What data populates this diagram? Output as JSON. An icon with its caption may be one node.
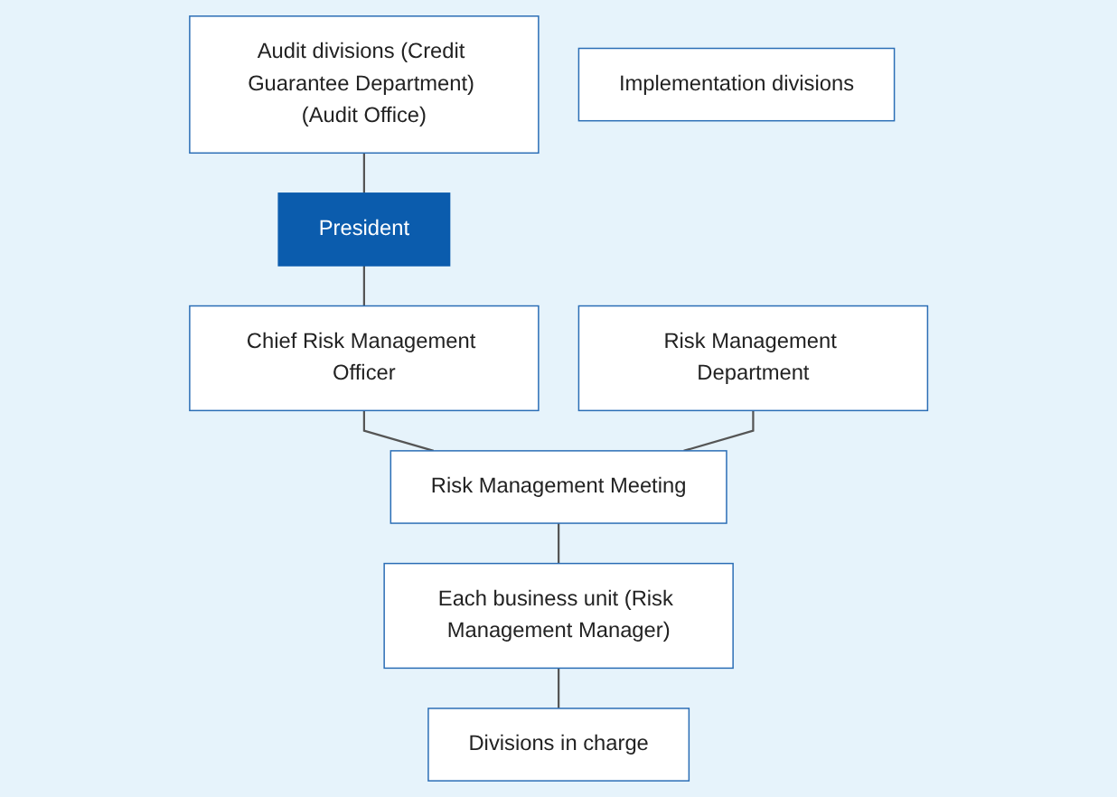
{
  "diagram": {
    "nodes": [
      {
        "text": [
          "Audit divisions (Credit Guarantee Department) (Audit Office)"
        ]
      },
      {
        "text": [
          "President"
        ]
      },
      {
        "text": [
          "Chief Risk Management Officer"
        ]
      },
      {
        "text": [
          "Risk Management Meeting"
        ]
      },
      {
        "text": [
          "Risk Management Department"
        ]
      },
      {
        "text": [
          "Each business unit (Risk Management Manager)"
        ]
      },
      {
        "text": [
          "Divisions in charge"
        ]
      },
      {
        "text": [
          "Implementation divisions"
        ]
      }
    ],
    "edges": [
      {
        "from": 0,
        "to": 1,
        "arrow": "none"
      },
      {
        "from": 1,
        "to": 2,
        "arrow": "none"
      },
      {
        "from": 2,
        "to": 3,
        "arrow": "none"
      },
      {
        "from": 4,
        "to": 3,
        "arrow": "none"
      },
      {
        "from": 3,
        "to": 5,
        "arrow": "none"
      },
      {
        "from": 5,
        "to": 6,
        "arrow": "none"
      }
    ]
  }
}
